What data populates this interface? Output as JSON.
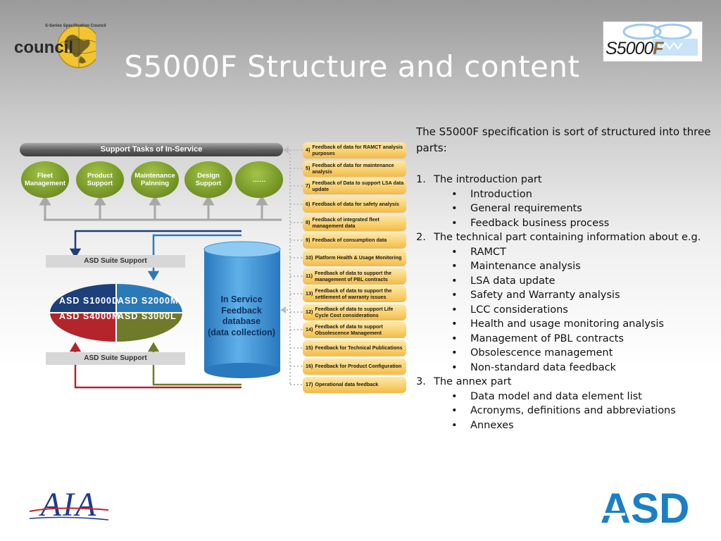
{
  "slide": {
    "title": "S5000F Structure and content"
  },
  "logos": {
    "council": {
      "text": "council",
      "arc_text": "S-Series Specification Council"
    },
    "s5000f": {
      "text": "S5000",
      "suffix": "F"
    },
    "aia": {
      "text": "AIA"
    },
    "asd": {
      "text": "ASD"
    }
  },
  "diagram": {
    "support_bar": "Support Tasks of In-Service",
    "tasks": [
      "Fleet Management",
      "Product Support",
      "Maintenance Palnning",
      "Design Support",
      "……"
    ],
    "asd_suite_top": "ASD Suite Support",
    "asd_suite_bottom": "ASD Suite Support",
    "specs": {
      "s1000d": "ASD S1000D",
      "s2000m": "ASD S2000M",
      "s4000m": "ASD S4000M",
      "s3000l": "ASD S3000L"
    },
    "database": [
      "In Service",
      "Feedback",
      "database",
      "(data collection)"
    ],
    "feedback": [
      {
        "num": "4)",
        "text": "Feedback of data for RAMCT analysis purposes"
      },
      {
        "num": "5)",
        "text": "Feedback of data for maintenance analysis"
      },
      {
        "num": "7)",
        "text": "Feedback of Data to support LSA data update"
      },
      {
        "num": "6)",
        "text": "Feedback of data for safety analysis"
      },
      {
        "num": "8)",
        "text": "Feedback of integrated fleet management data"
      },
      {
        "num": "9)",
        "text": "Feedback of consumption data"
      },
      {
        "num": "10)",
        "text": "Platform Health & Usage Monitoring"
      },
      {
        "num": "11)",
        "text": "Feedback of data to support the management of PBL contracts"
      },
      {
        "num": "13)",
        "text": "Feedback of data to support the settlement of warranty issues"
      },
      {
        "num": "12)",
        "text": "Feedback of data to support Life Cycle Cost considerations"
      },
      {
        "num": "14)",
        "text": "Feedback of data to support Obsolescence Management"
      },
      {
        "num": "15)",
        "text": "Feedback for Technical Publications"
      },
      {
        "num": "16)",
        "text": "Feedback for Product Configuration"
      },
      {
        "num": "17)",
        "text": "Operational data feedback"
      }
    ],
    "colors": {
      "task_oval": "#7b9c2a",
      "s1000d": "#1d3f7a",
      "s2000m": "#2b7ab8",
      "s4000m": "#b3242b",
      "s3000l": "#6f7a2a",
      "database": "#3b8fd0",
      "feedback_box": "#f8cf6d"
    }
  },
  "content": {
    "intro": "The S5000F specification is sort of structured into three parts:",
    "parts": [
      {
        "num": "1.",
        "label": "The introduction part",
        "items": [
          "Introduction",
          "General requirements",
          "Feedback business process"
        ]
      },
      {
        "num": "2.",
        "label": "The technical part containing information about e.g.",
        "items": [
          "RAMCT",
          "Maintenance analysis",
          "LSA data update",
          "Safety and Warranty analysis",
          "LCC considerations",
          "Health and usage monitoring analysis",
          "Management of PBL contracts",
          "Obsolescence management",
          "Non-standard data feedback"
        ]
      },
      {
        "num": "3.",
        "label": "The annex part",
        "items": [
          "Data model and data element list",
          "Acronyms, definitions  and abbreviations",
          "Annexes"
        ]
      }
    ],
    "bullet": "•"
  }
}
